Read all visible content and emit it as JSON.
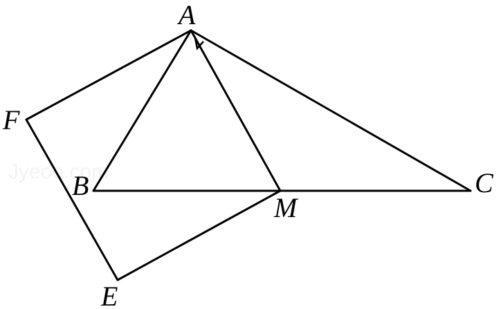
{
  "diagram": {
    "points": {
      "A": "A",
      "B": "B",
      "C": "C",
      "M": "M",
      "E": "E",
      "F": "F"
    },
    "segments": [
      "AB",
      "AC",
      "AM",
      "BC",
      "AF",
      "FE",
      "EM"
    ],
    "right_angle_at": "A",
    "watermark": "Jyeoo.com",
    "colors": {
      "stroke": "#000000",
      "background": "#ffffff",
      "watermark": "#f3f3f3"
    }
  }
}
